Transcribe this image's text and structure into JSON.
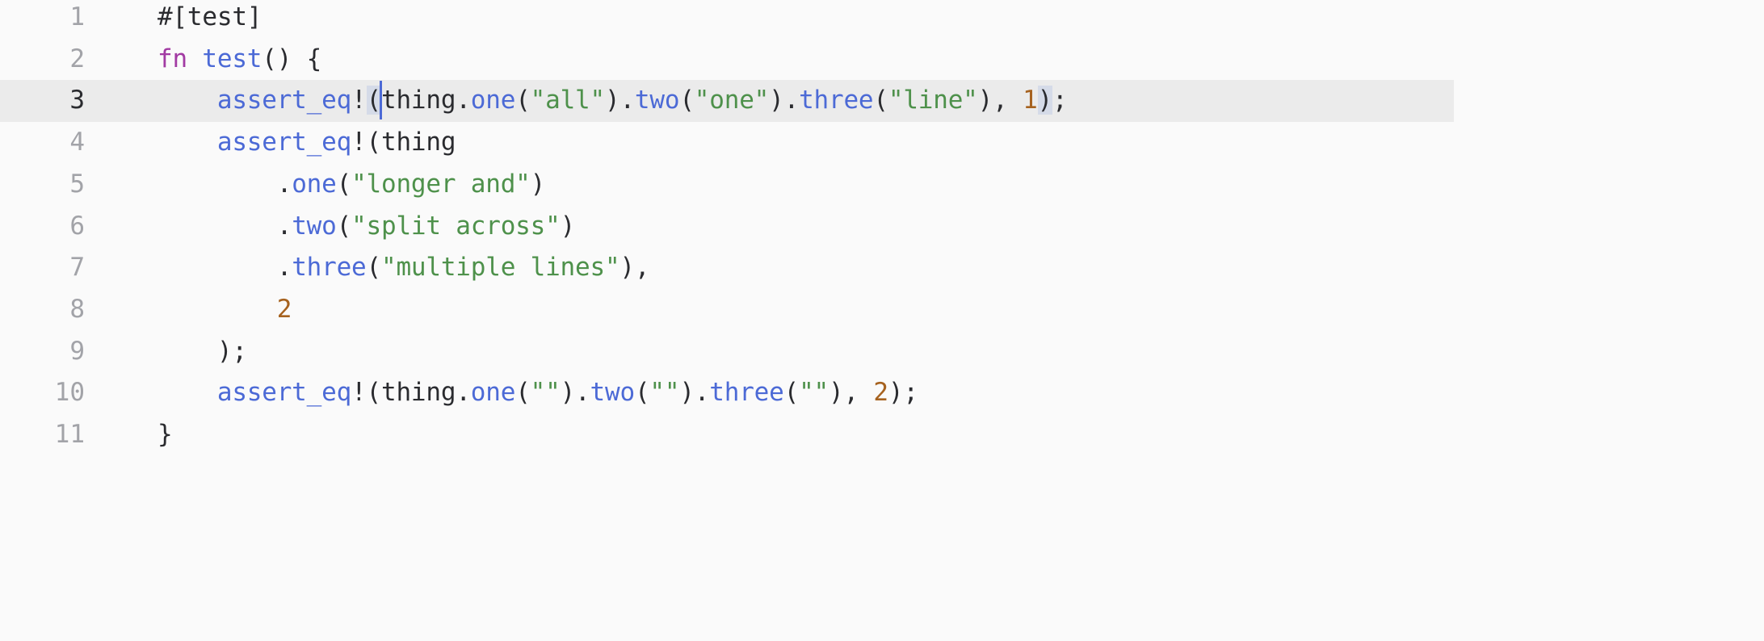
{
  "editor": {
    "active_line": 3,
    "colors": {
      "background": "#fafafa",
      "active_line_bg": "#ebebeb",
      "gutter_text": "#a2a3a8",
      "gutter_active_text": "#2a2b2f",
      "default_text": "#2a2b2f",
      "keyword": "#a23aa3",
      "function": "#4c6ad6",
      "string": "#4e914b",
      "number": "#a6621f",
      "bracket_match_bg": "#d5dbe8",
      "cursor": "#4c6ad6"
    },
    "lines": [
      {
        "number": "1",
        "tokens": [
          {
            "type": "attr",
            "text": "#[test]"
          }
        ]
      },
      {
        "number": "2",
        "tokens": [
          {
            "type": "keyword",
            "text": "fn"
          },
          {
            "type": "punct",
            "text": " "
          },
          {
            "type": "fn",
            "text": "test"
          },
          {
            "type": "punct",
            "text": "() {"
          }
        ]
      },
      {
        "number": "3",
        "tokens": [
          {
            "type": "punct",
            "text": "    "
          },
          {
            "type": "macro",
            "text": "assert_eq"
          },
          {
            "type": "punct",
            "text": "!"
          },
          {
            "type": "punct",
            "text": "(",
            "bracket_match": true,
            "cursor_after": true
          },
          {
            "type": "ident",
            "text": "thing"
          },
          {
            "type": "punct",
            "text": "."
          },
          {
            "type": "method",
            "text": "one"
          },
          {
            "type": "punct",
            "text": "("
          },
          {
            "type": "string",
            "text": "\"all\""
          },
          {
            "type": "punct",
            "text": ")."
          },
          {
            "type": "method",
            "text": "two"
          },
          {
            "type": "punct",
            "text": "("
          },
          {
            "type": "string",
            "text": "\"one\""
          },
          {
            "type": "punct",
            "text": ")."
          },
          {
            "type": "method",
            "text": "three"
          },
          {
            "type": "punct",
            "text": "("
          },
          {
            "type": "string",
            "text": "\"line\""
          },
          {
            "type": "punct",
            "text": "), "
          },
          {
            "type": "number",
            "text": "1"
          },
          {
            "type": "punct",
            "text": ")",
            "bracket_match": true
          },
          {
            "type": "punct",
            "text": ";"
          }
        ]
      },
      {
        "number": "4",
        "tokens": [
          {
            "type": "punct",
            "text": "    "
          },
          {
            "type": "macro",
            "text": "assert_eq"
          },
          {
            "type": "punct",
            "text": "!("
          },
          {
            "type": "ident",
            "text": "thing"
          }
        ]
      },
      {
        "number": "5",
        "tokens": [
          {
            "type": "punct",
            "text": "        ."
          },
          {
            "type": "method",
            "text": "one"
          },
          {
            "type": "punct",
            "text": "("
          },
          {
            "type": "string",
            "text": "\"longer and\""
          },
          {
            "type": "punct",
            "text": ")"
          }
        ]
      },
      {
        "number": "6",
        "tokens": [
          {
            "type": "punct",
            "text": "        ."
          },
          {
            "type": "method",
            "text": "two"
          },
          {
            "type": "punct",
            "text": "("
          },
          {
            "type": "string",
            "text": "\"split across\""
          },
          {
            "type": "punct",
            "text": ")"
          }
        ]
      },
      {
        "number": "7",
        "tokens": [
          {
            "type": "punct",
            "text": "        ."
          },
          {
            "type": "method",
            "text": "three"
          },
          {
            "type": "punct",
            "text": "("
          },
          {
            "type": "string",
            "text": "\"multiple lines\""
          },
          {
            "type": "punct",
            "text": "),"
          }
        ]
      },
      {
        "number": "8",
        "tokens": [
          {
            "type": "punct",
            "text": "        "
          },
          {
            "type": "number",
            "text": "2"
          }
        ]
      },
      {
        "number": "9",
        "tokens": [
          {
            "type": "punct",
            "text": "    );"
          }
        ]
      },
      {
        "number": "10",
        "tokens": [
          {
            "type": "punct",
            "text": "    "
          },
          {
            "type": "macro",
            "text": "assert_eq"
          },
          {
            "type": "punct",
            "text": "!("
          },
          {
            "type": "ident",
            "text": "thing"
          },
          {
            "type": "punct",
            "text": "."
          },
          {
            "type": "method",
            "text": "one"
          },
          {
            "type": "punct",
            "text": "("
          },
          {
            "type": "string",
            "text": "\"\""
          },
          {
            "type": "punct",
            "text": ")."
          },
          {
            "type": "method",
            "text": "two"
          },
          {
            "type": "punct",
            "text": "("
          },
          {
            "type": "string",
            "text": "\"\""
          },
          {
            "type": "punct",
            "text": ")."
          },
          {
            "type": "method",
            "text": "three"
          },
          {
            "type": "punct",
            "text": "("
          },
          {
            "type": "string",
            "text": "\"\""
          },
          {
            "type": "punct",
            "text": "), "
          },
          {
            "type": "number",
            "text": "2"
          },
          {
            "type": "punct",
            "text": ");"
          }
        ]
      },
      {
        "number": "11",
        "tokens": [
          {
            "type": "punct",
            "text": "}"
          }
        ]
      }
    ]
  }
}
